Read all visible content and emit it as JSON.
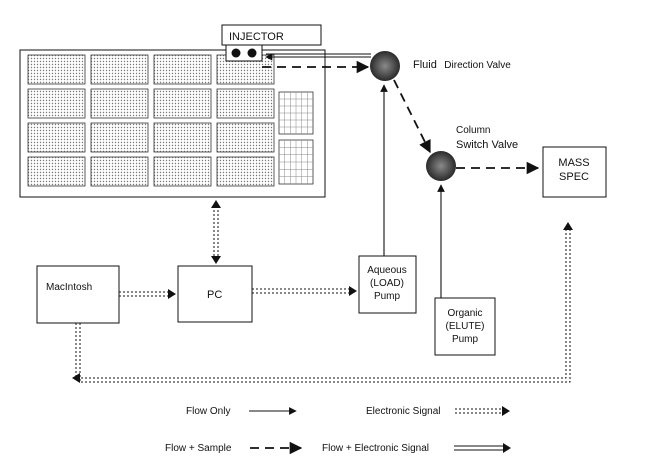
{
  "components": {
    "injector": "INJECTOR",
    "fluid_valve_a": "Fluid",
    "fluid_valve_b": "Direction Valve",
    "column_valve_line1": "Column",
    "column_valve_line2": "Switch Valve",
    "mass_spec_line1": "MASS",
    "mass_spec_line2": "SPEC",
    "macintosh": "MacIntosh",
    "pc": "PC",
    "aqueous_line1": "Aqueous",
    "aqueous_line2": "(LOAD)",
    "aqueous_line3": "Pump",
    "organic_line1": "Organic",
    "organic_line2": "(ELUTE)",
    "organic_line3": "Pump"
  },
  "legend": {
    "flow_only": "Flow Only",
    "electronic_signal": "Electronic Signal",
    "flow_sample": "Flow + Sample",
    "flow_electronic": "Flow + Electronic Signal"
  },
  "colors": {
    "line": "#111111",
    "valve": "#555555",
    "grid": "#888888"
  }
}
